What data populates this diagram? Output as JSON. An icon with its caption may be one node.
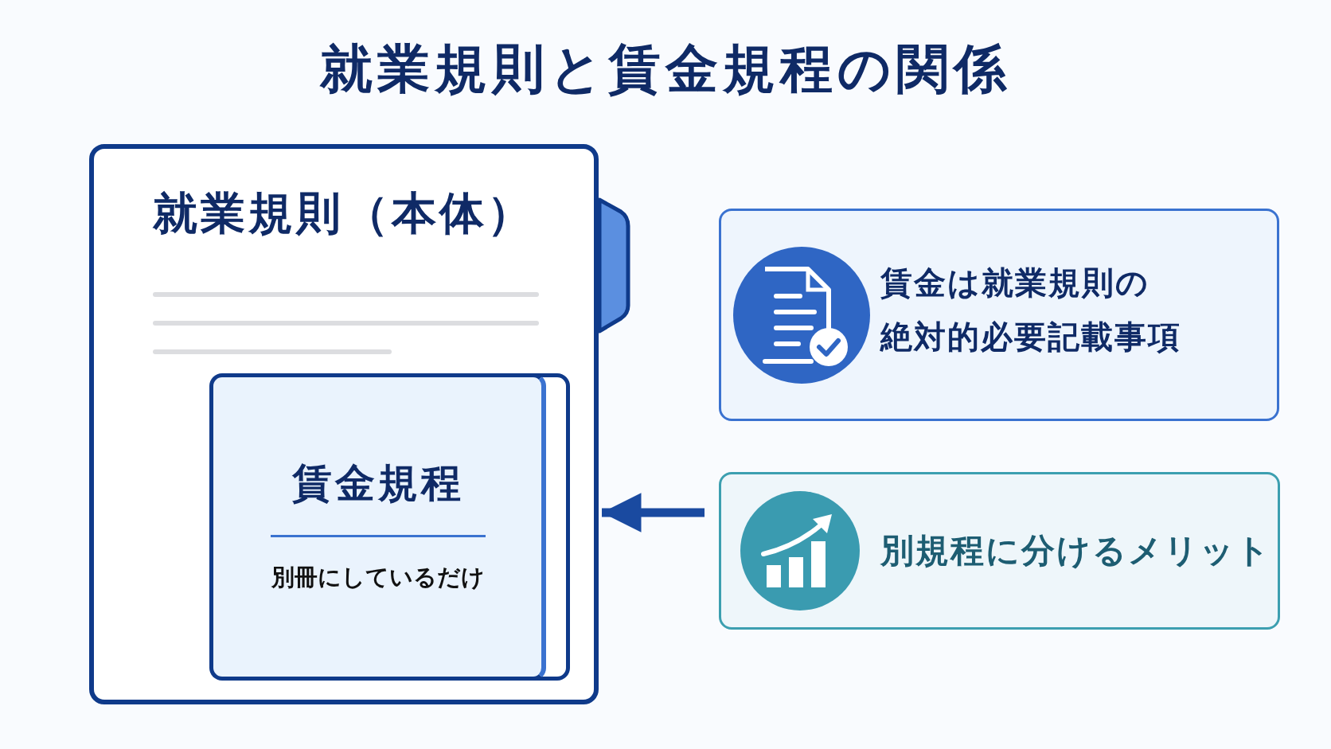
{
  "diagram": {
    "title": "就業規則と賃金規程の関係",
    "nodes": [
      {
        "text": [
          "就業規則（本体）"
        ]
      },
      {
        "text": [
          "賃金規程",
          "別冊にしているだけ"
        ],
        "in": 0
      },
      {
        "text": [
          "賃金は就業規則の絶対的必要記載事項"
        ]
      },
      {
        "text": [
          "別規程に分けるメリット"
        ]
      },
      {
        "text": [],
        "shape": "box"
      }
    ],
    "edges": [
      {
        "from": 3,
        "to": 0,
        "arrow": "to"
      }
    ]
  }
}
